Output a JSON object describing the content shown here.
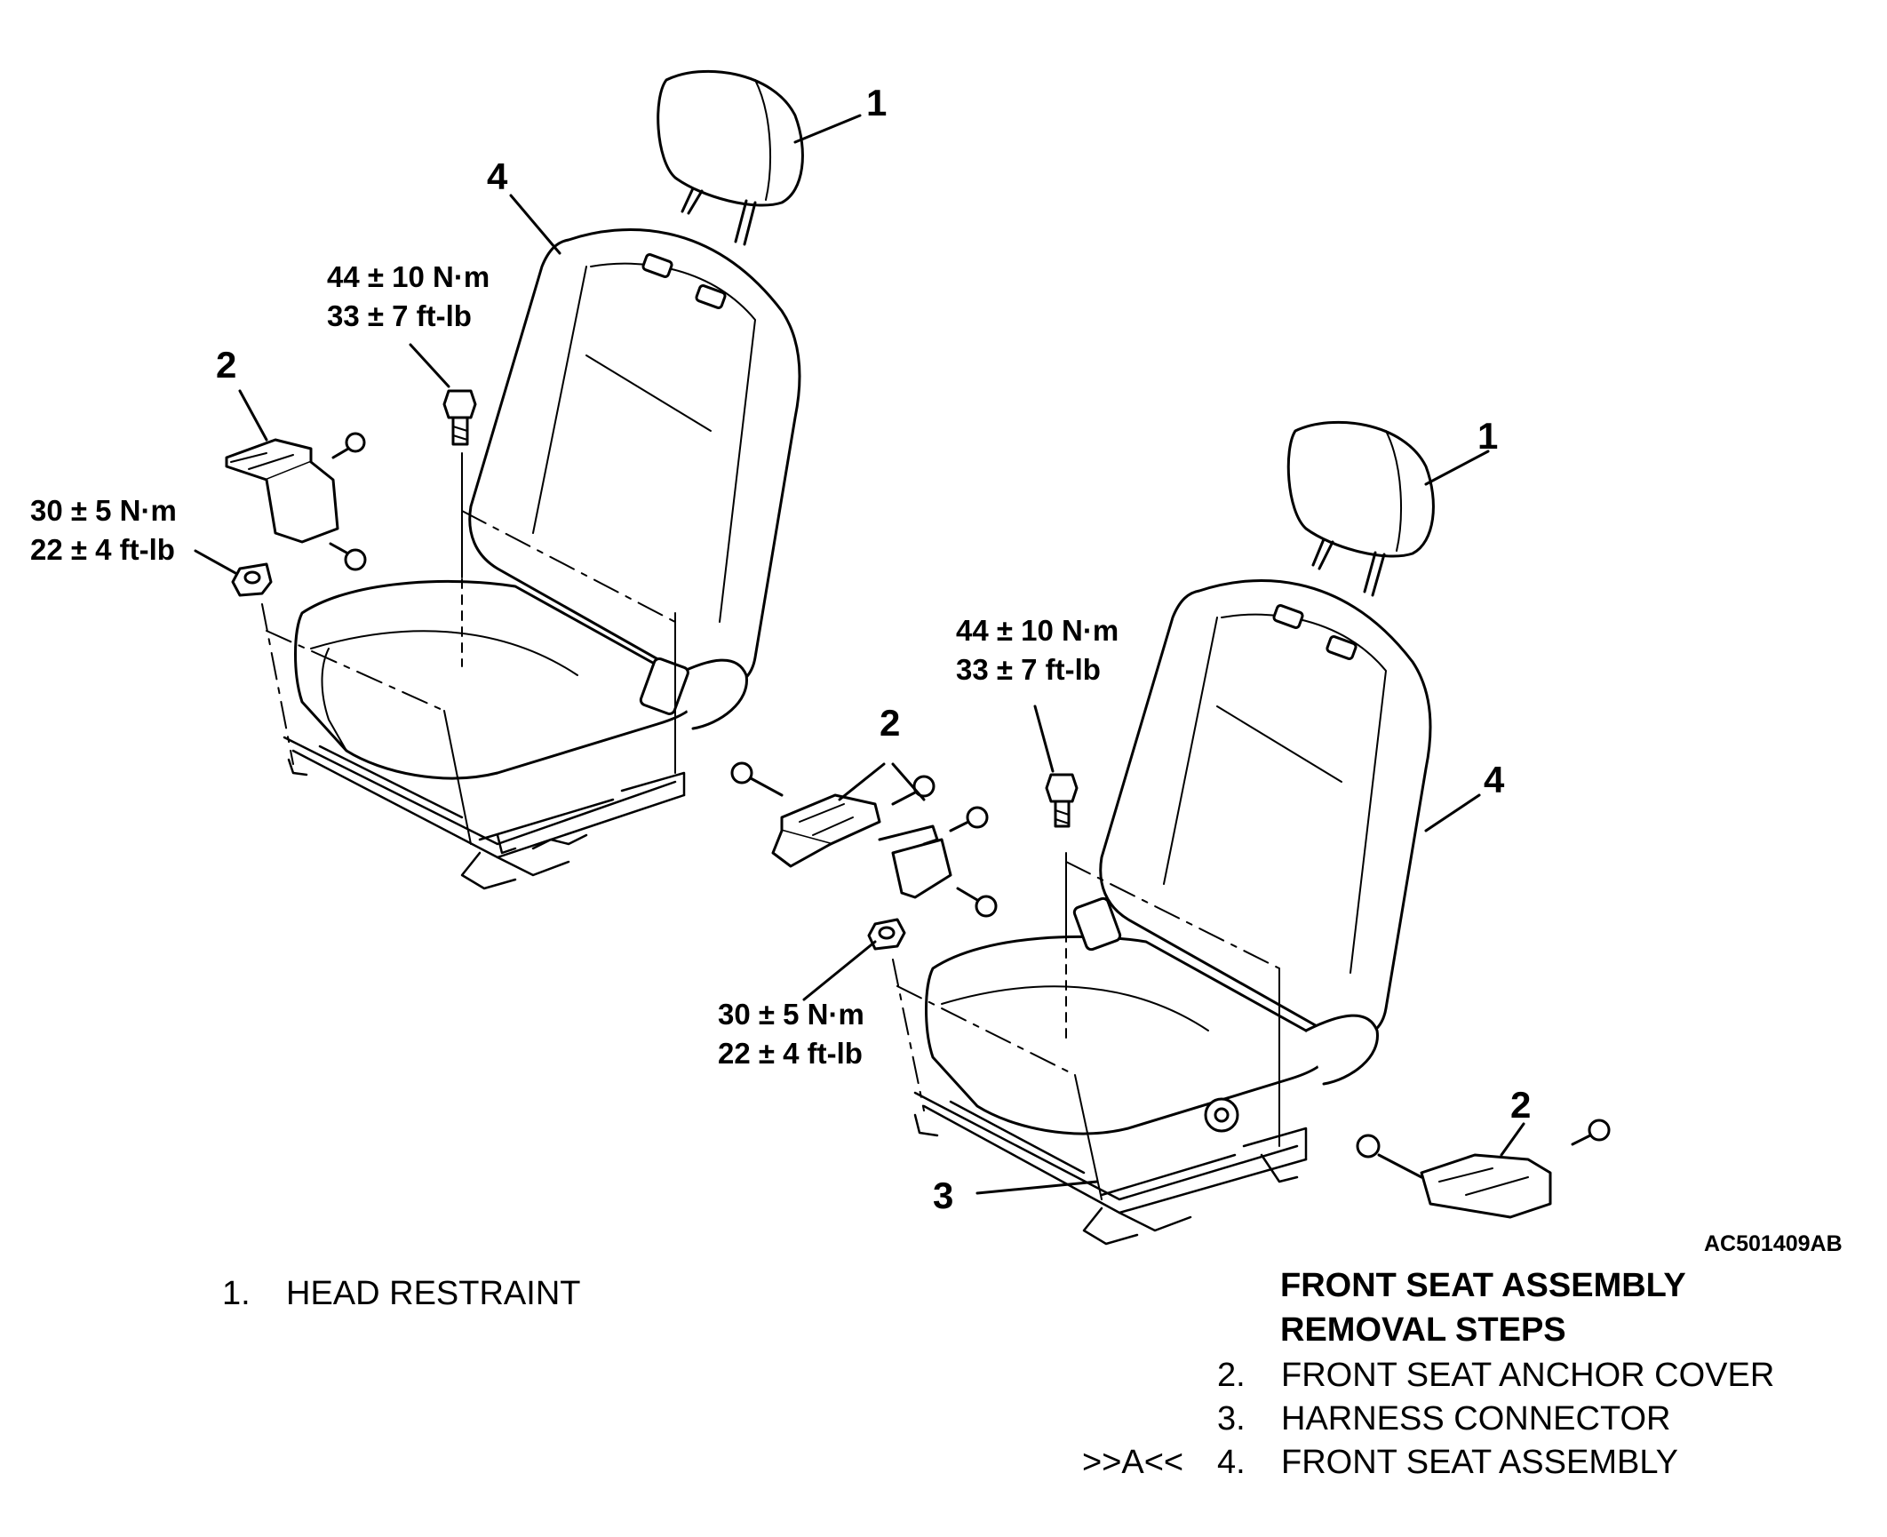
{
  "callouts": {
    "left_head_restraint": "1",
    "left_seat_assembly": "4",
    "left_anchor_cover": "2",
    "right_head_restraint": "1",
    "right_seat_assembly": "4",
    "center_anchor_covers": "2",
    "right_anchor_cover": "2",
    "harness_connector": "3"
  },
  "torque_specs": {
    "left_upper": [
      "44 ± 10 N·m",
      "33 ± 7 ft-lb"
    ],
    "left_lower": [
      "30 ± 5 N·m",
      "22 ± 4 ft-lb"
    ],
    "right_upper": [
      "44 ± 10 N·m",
      "33 ± 7 ft-lb"
    ],
    "right_lower": [
      "30 ± 5 N·m",
      "22 ± 4 ft-lb"
    ]
  },
  "figure_code": "AC501409AB",
  "legend": {
    "item_1": {
      "number": "1.",
      "label": "HEAD RESTRAINT"
    },
    "group_title_line1": "FRONT SEAT ASSEMBLY",
    "group_title_line2": "REMOVAL STEPS",
    "steps": [
      {
        "marker": "",
        "number": "2.",
        "label": "FRONT SEAT ANCHOR COVER"
      },
      {
        "marker": "",
        "number": "3.",
        "label": "HARNESS CONNECTOR"
      },
      {
        "marker": ">>A<<",
        "number": "4.",
        "label": "FRONT SEAT ASSEMBLY"
      }
    ]
  }
}
